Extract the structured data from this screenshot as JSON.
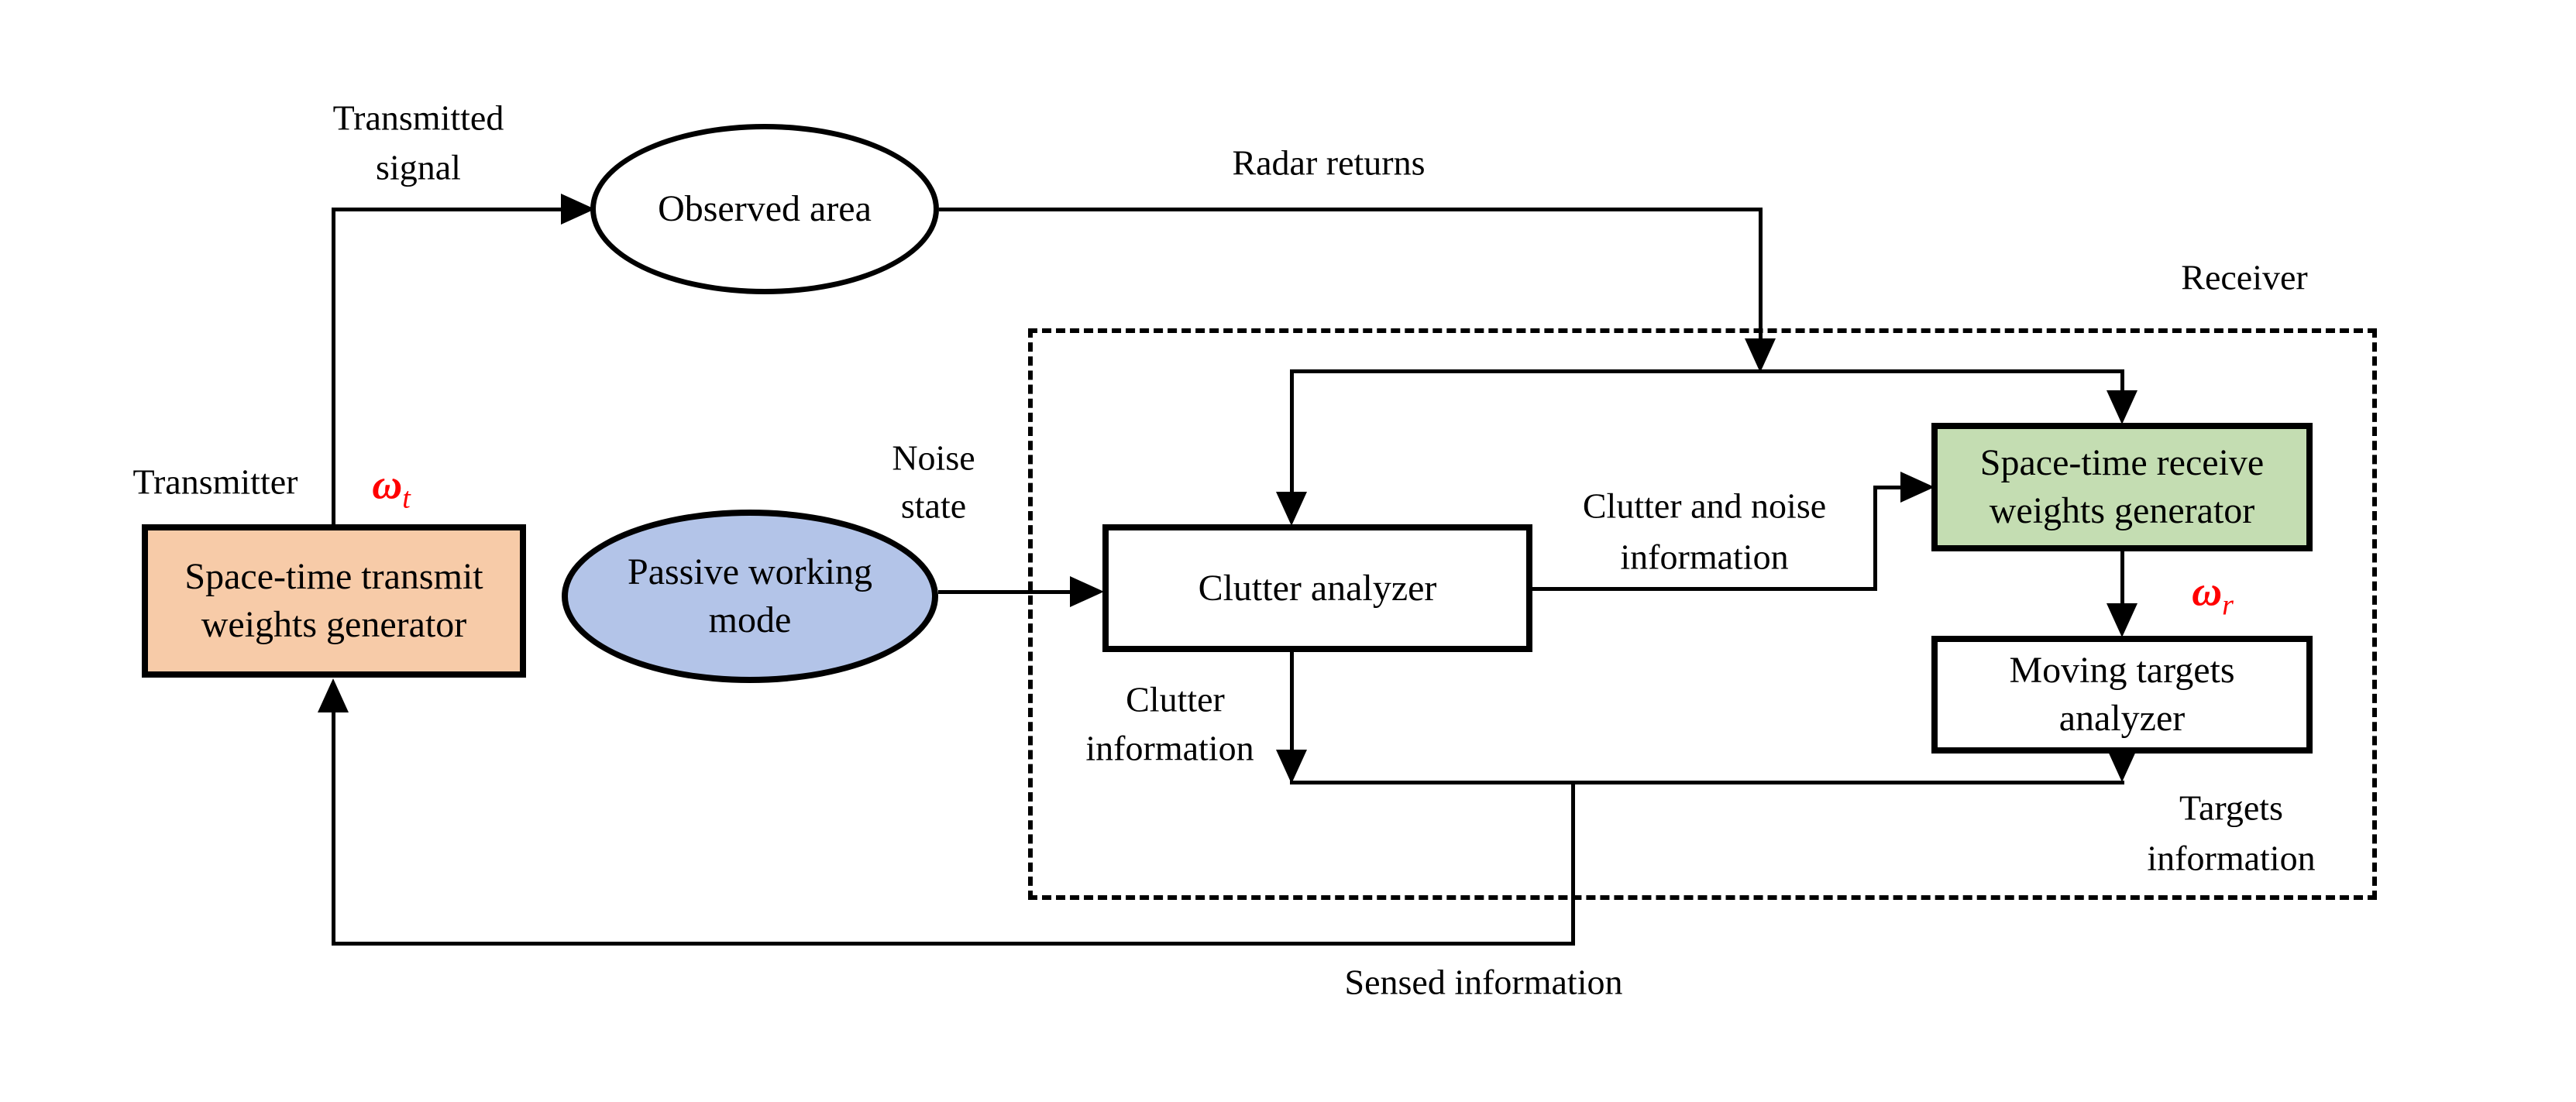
{
  "diagram": {
    "colors": {
      "transmit_box": "#F7CBA8",
      "passive_ellipse": "#B3C4E8",
      "receive_box": "#C4DDB2",
      "plain_box": "#FFFFFF",
      "omega": "#FF0000",
      "line": "#000000"
    },
    "nodes": {
      "observed_area": {
        "label": "Observed area"
      },
      "passive_mode": {
        "line1": "Passive working",
        "line2": "mode"
      },
      "transmit_generator": {
        "line1": "Space-time transmit",
        "line2": "weights generator"
      },
      "clutter_analyzer": {
        "label": "Clutter analyzer"
      },
      "receive_generator": {
        "line1": "Space-time receive",
        "line2": "weights generator"
      },
      "targets_analyzer": {
        "line1": "Moving targets",
        "line2": "analyzer"
      }
    },
    "labels": {
      "transmitted_signal": {
        "line1": "Transmitted",
        "line2": "signal"
      },
      "radar_returns": "Radar returns",
      "receiver": "Receiver",
      "transmitter": "Transmitter",
      "noise_state": {
        "line1": "Noise",
        "line2": "state"
      },
      "clutter_noise_info": {
        "line1": "Clutter and noise",
        "line2": "information"
      },
      "clutter_info": {
        "line1": "Clutter",
        "line2": "information"
      },
      "targets_info": {
        "line1": "Targets",
        "line2": "information"
      },
      "sensed_info": "Sensed information",
      "omega_t": {
        "symbol": "ω",
        "sub": "t"
      },
      "omega_r": {
        "symbol": "ω",
        "sub": "r"
      }
    }
  }
}
